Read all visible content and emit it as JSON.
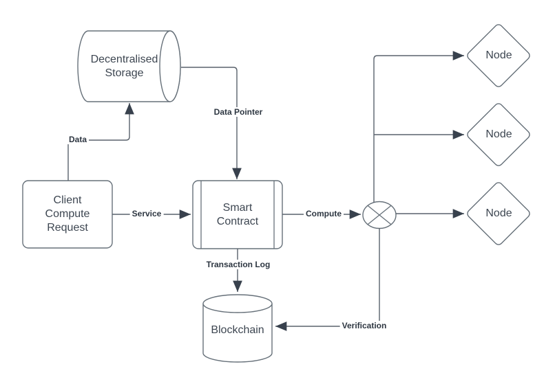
{
  "diagram": {
    "colors": {
      "background": "#ffffff",
      "shape_fill": "#ffffff",
      "shape_stroke": "#667079",
      "edge_stroke": "#59616b",
      "arrowhead": "#38414d",
      "shape_text": "#3d4651",
      "edge_label_text": "#2d3641"
    },
    "nodes": {
      "storage": {
        "shape": "cylinder-horizontal",
        "lines": [
          "Decentralised",
          "Storage"
        ]
      },
      "client": {
        "shape": "rounded-rect",
        "lines": [
          "Client",
          "Compute",
          "Request"
        ]
      },
      "smart_contract": {
        "shape": "predefined-process",
        "lines": [
          "Smart",
          "Contract"
        ]
      },
      "junction": {
        "shape": "crossed-circle"
      },
      "node_top": {
        "shape": "diamond",
        "label": "Node"
      },
      "node_middle": {
        "shape": "diamond",
        "label": "Node"
      },
      "node_bottom": {
        "shape": "diamond",
        "label": "Node"
      },
      "blockchain": {
        "shape": "cylinder-vertical",
        "label": "Blockchain"
      }
    },
    "edges": {
      "data": {
        "label": "Data"
      },
      "data_pointer": {
        "label": "Data Pointer"
      },
      "service": {
        "label": "Service"
      },
      "compute": {
        "label": "Compute"
      },
      "transaction_log": {
        "label": "Transaction Log"
      },
      "verification": {
        "label": "Verification"
      }
    }
  }
}
